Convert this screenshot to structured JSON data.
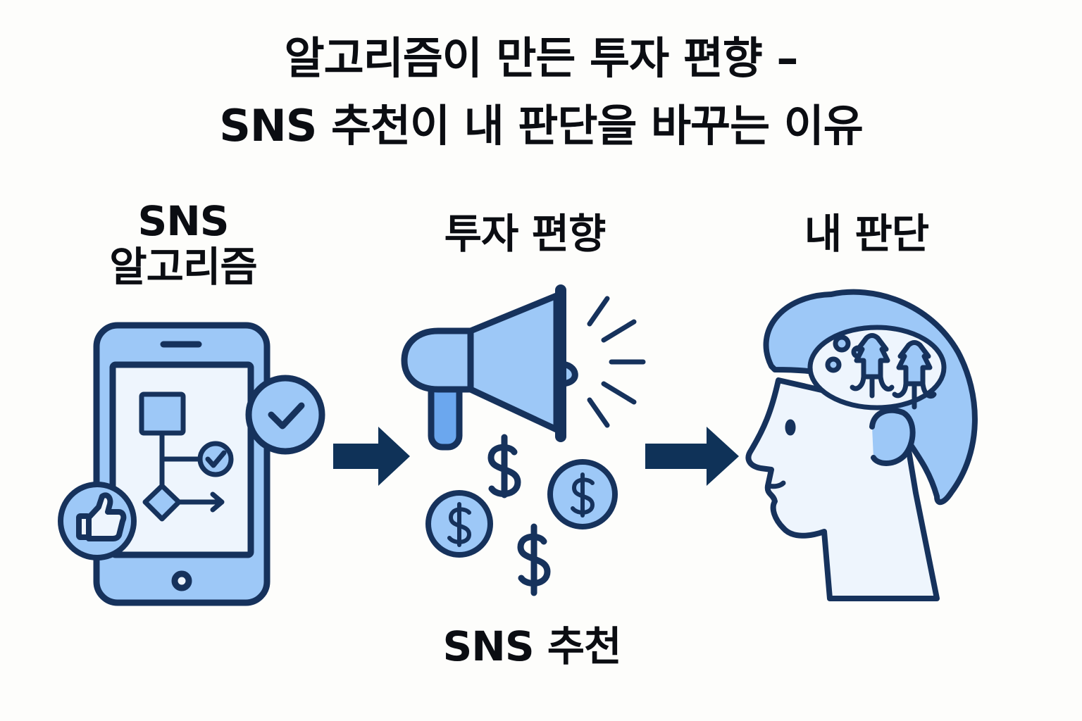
{
  "title": {
    "line1": "알고리즘이 만든 투자 편향 –",
    "line2": "SNS 추천이 내 판단을 바꾸는 이유"
  },
  "labels": {
    "sns_algorithm_line1": "SNS",
    "sns_algorithm_line2": "알고리즘",
    "investment_bias": "투자 편향",
    "my_judgment": "내 판단",
    "sns_recommendation": "SNS 추천"
  },
  "icons": {
    "smartphone": "smartphone-icon",
    "flowchart": "flowchart-icon",
    "check_badge": "check-badge-icon",
    "thumbs_up_badge": "thumbs-up-icon",
    "megaphone": "megaphone-icon",
    "dollar_coin": "dollar-coin-icon",
    "dollar_sign": "dollar-sign-icon",
    "head": "head-profile-icon",
    "brain": "brain-icon",
    "arrow": "arrow-right-icon"
  },
  "colors": {
    "outline": "#16325c",
    "fill_light": "#9dc8f7",
    "fill_pale": "#eef5fd",
    "arrow": "#0f3258",
    "background": "#fdfdfb"
  }
}
